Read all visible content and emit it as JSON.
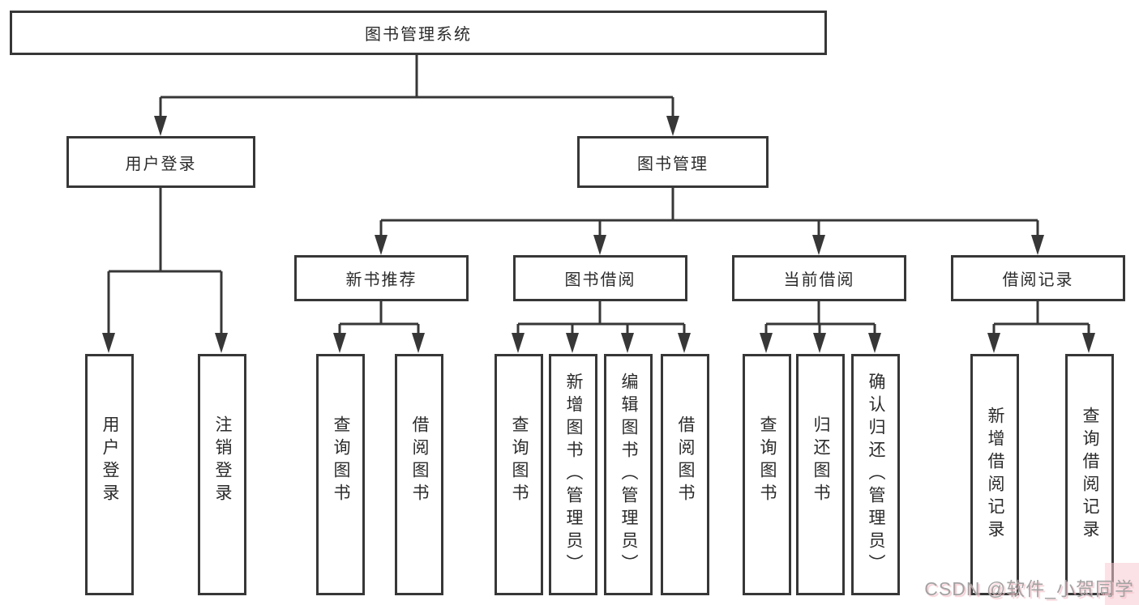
{
  "diagram": {
    "title": "图书管理系统",
    "root": {
      "label": "图书管理系统"
    },
    "level2": {
      "user_login": {
        "label": "用户登录"
      },
      "book_management": {
        "label": "图书管理"
      }
    },
    "level3": {
      "new_book_recommend": {
        "label": "新书推荐"
      },
      "book_borrow": {
        "label": "图书借阅"
      },
      "current_borrow": {
        "label": "当前借阅"
      },
      "borrow_records": {
        "label": "借阅记录"
      }
    },
    "leaves": {
      "user_login": [
        "用户登录",
        "注销登录"
      ],
      "new_book_recommend": [
        "查询图书",
        "借阅图书"
      ],
      "book_borrow": [
        "查询图书",
        "新增图书（管理员）",
        "编辑图书（管理员）",
        "借阅图书"
      ],
      "current_borrow": [
        "查询图书",
        "归还图书",
        "确认归还（管理员）"
      ],
      "borrow_records": [
        "新增借阅记录",
        "查询借阅记录"
      ]
    }
  },
  "watermark": "CSDN @软件_小贺同学",
  "colors": {
    "border": "#373737",
    "connector": "#373737",
    "text": "#2b2b2b",
    "background": "#ffffff",
    "watermark_gray": "#a3a3a3",
    "watermark_pink": "#f6c4cc"
  }
}
